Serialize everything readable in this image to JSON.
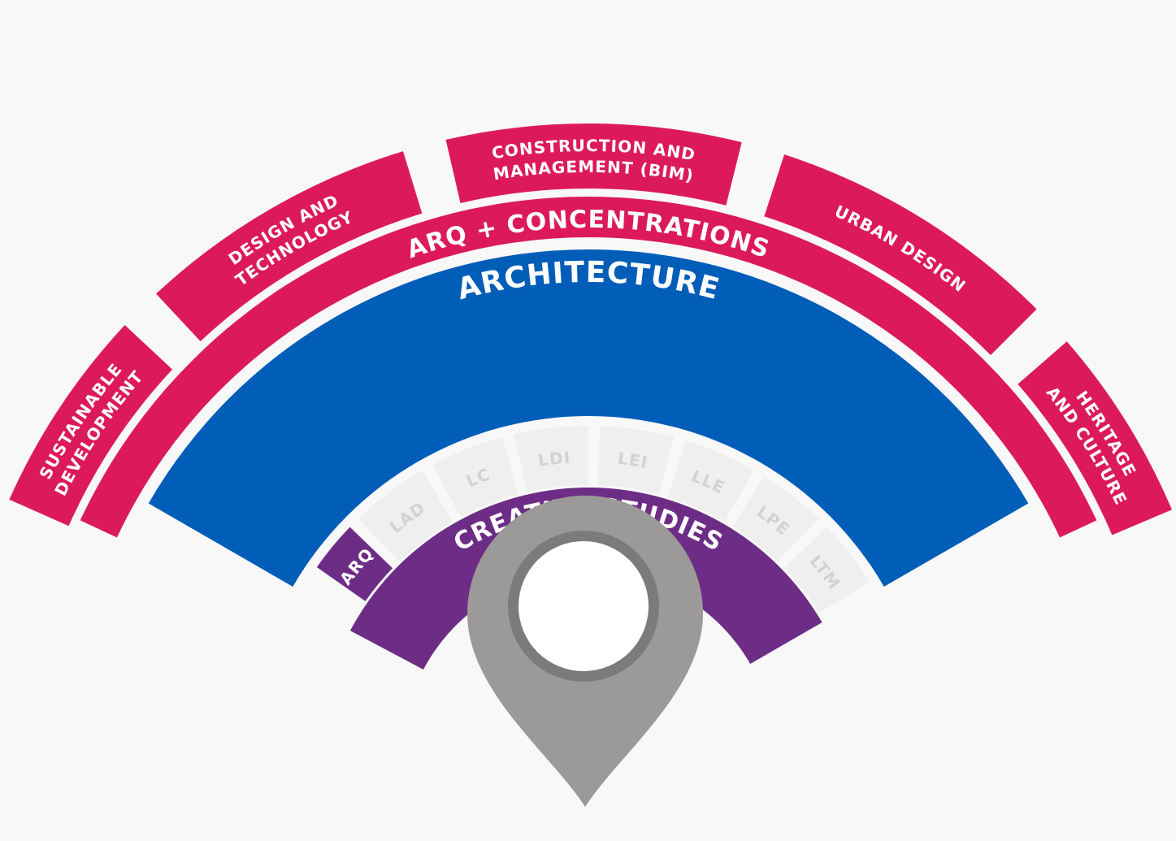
{
  "colors": {
    "background": "#f8f8f8",
    "concentration": "#dc1a5a",
    "architecture": "#005db8",
    "creative": "#6d2d86",
    "program_tile": "#efefef",
    "program_text": "#d2d2d2",
    "pin": "#9c9a99",
    "pin_ring": "#7c7b7a",
    "pin_hole": "#ffffff",
    "label_light": "#ffffff"
  },
  "concentrations": [
    {
      "lines": [
        "SUSTAINABLE",
        "DEVELOPMENT"
      ]
    },
    {
      "lines": [
        "DESIGN AND",
        "TECHNOLOGY"
      ]
    },
    {
      "lines": [
        "CONSTRUCTION AND",
        "MANAGEMENT (BIM)"
      ]
    },
    {
      "lines": [
        "URBAN DESIGN"
      ]
    },
    {
      "lines": [
        "HERITAGE",
        "AND CULTURE"
      ]
    }
  ],
  "arq_concentrations": {
    "label": "ARQ + CONCENTRATIONS"
  },
  "architecture": {
    "label": "ARCHITECTURE"
  },
  "programs": [
    {
      "label": "ARQ",
      "active": true
    },
    {
      "label": "LAD",
      "active": false
    },
    {
      "label": "LC",
      "active": false
    },
    {
      "label": "LDI",
      "active": false
    },
    {
      "label": "LEI",
      "active": false
    },
    {
      "label": "LLE",
      "active": false
    },
    {
      "label": "LPE",
      "active": false
    },
    {
      "label": "LTM",
      "active": false
    }
  ],
  "creative_studies": {
    "label": "CREATIVE STUDIES"
  },
  "pin": {
    "icon": "map-pin-icon"
  }
}
